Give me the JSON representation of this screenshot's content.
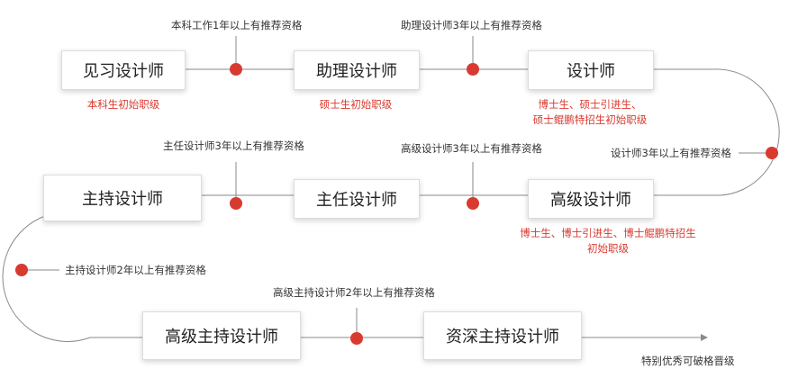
{
  "colors": {
    "line": "#8a8a8a",
    "dot": "#d93a30",
    "red_text": "#d93a30"
  },
  "levels": [
    {
      "title": "见习设计师",
      "initial": "本科生初始职级"
    },
    {
      "title": "助理设计师",
      "initial": "硕士生初始职级"
    },
    {
      "title": "设计师",
      "initial_lines": [
        "博士生、硕士引进生、",
        "硕士鲲鹏特招生初始职级"
      ]
    },
    {
      "title": "高级设计师",
      "initial_lines": [
        "博士生、博士引进生、博士鲲鹏特招生",
        "初始职级"
      ]
    },
    {
      "title": "主任设计师"
    },
    {
      "title": "主持设计师"
    },
    {
      "title": "高级主持设计师"
    },
    {
      "title": "资深主持设计师"
    }
  ],
  "requirements": [
    "本科工作1年以上有推荐资格",
    "助理设计师3年以上有推荐资格",
    "设计师3年以上有推荐资格",
    "高级设计师3年以上有推荐资格",
    "主任设计师3年以上有推荐资格",
    "主持设计师2年以上有推荐资格",
    "高级主持设计师2年以上有推荐资格"
  ],
  "final_note": "特别优秀可破格晋级"
}
